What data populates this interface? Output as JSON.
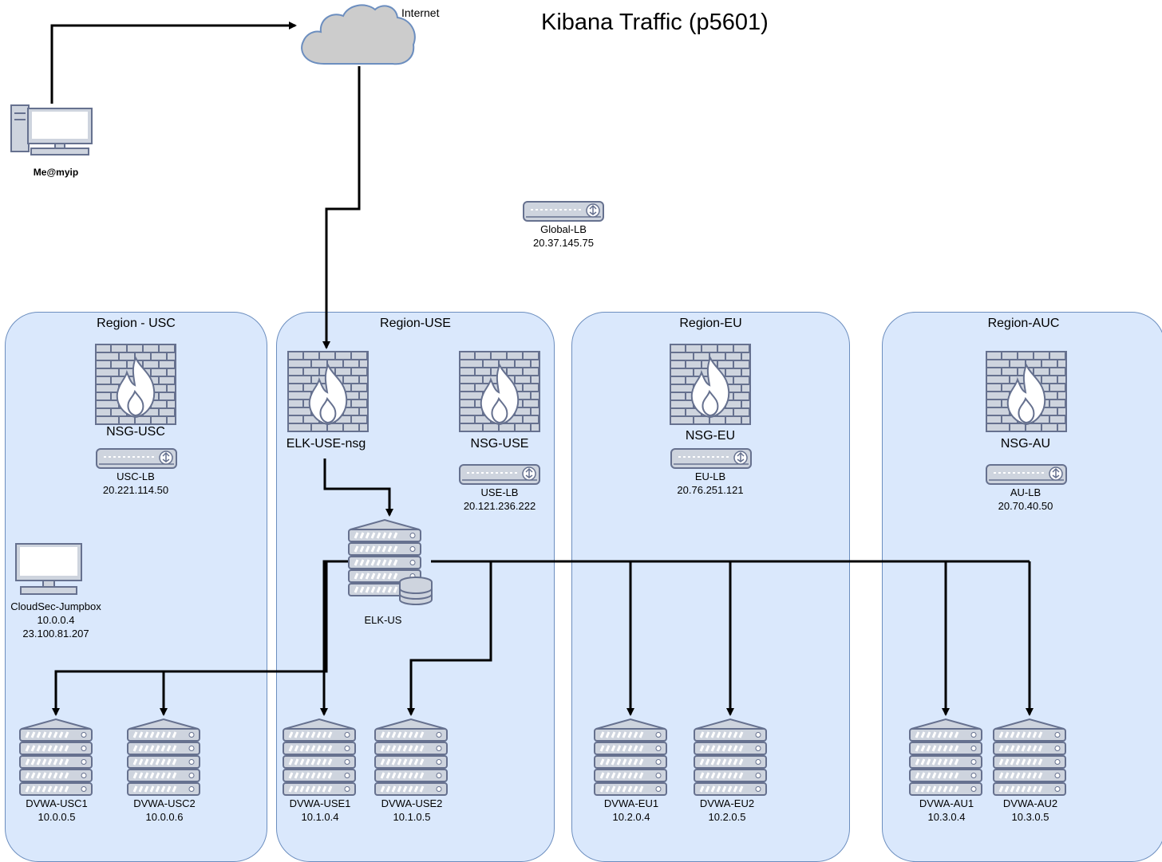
{
  "title": "Kibana Traffic (p5601)",
  "internet": {
    "label": "Internet"
  },
  "client": {
    "label": "Me@myip"
  },
  "global_lb": {
    "name": "Global-LB",
    "ip": "20.37.145.75"
  },
  "regions": {
    "usc": {
      "title": "Region - USC",
      "nsg": "NSG-USC",
      "lb": {
        "name": "USC-LB",
        "ip": "20.221.114.50"
      },
      "jumpbox": {
        "name": "CloudSec-Jumpbox",
        "private_ip": "10.0.0.4",
        "public_ip": "23.100.81.207"
      },
      "servers": [
        {
          "name": "DVWA-USC1",
          "ip": "10.0.0.5"
        },
        {
          "name": "DVWA-USC2",
          "ip": "10.0.0.6"
        }
      ]
    },
    "use": {
      "title": "Region-USE",
      "elk_nsg": "ELK-USE-nsg",
      "nsg": "NSG-USE",
      "lb": {
        "name": "USE-LB",
        "ip": "20.121.236.222"
      },
      "elk": {
        "name": "ELK-US"
      },
      "servers": [
        {
          "name": "DVWA-USE1",
          "ip": "10.1.0.4"
        },
        {
          "name": "DVWA-USE2",
          "ip": "10.1.0.5"
        }
      ]
    },
    "eu": {
      "title": "Region-EU",
      "nsg": "NSG-EU",
      "lb": {
        "name": "EU-LB",
        "ip": "20.76.251.121"
      },
      "servers": [
        {
          "name": "DVWA-EU1",
          "ip": "10.2.0.4"
        },
        {
          "name": "DVWA-EU2",
          "ip": "10.2.0.5"
        }
      ]
    },
    "auc": {
      "title": "Region-AUC",
      "nsg": "NSG-AU",
      "lb": {
        "name": "AU-LB",
        "ip": "20.70.40.50"
      },
      "servers": [
        {
          "name": "DVWA-AU1",
          "ip": "10.3.0.4"
        },
        {
          "name": "DVWA-AU2",
          "ip": "10.3.0.5"
        }
      ]
    }
  },
  "colors": {
    "region_fill": "#dae8fc",
    "region_border": "#6c8ebf",
    "icon_fill": "#ced4de",
    "icon_stroke": "#66718f",
    "cloud_fill": "#cccccc",
    "edge": "#000000"
  }
}
